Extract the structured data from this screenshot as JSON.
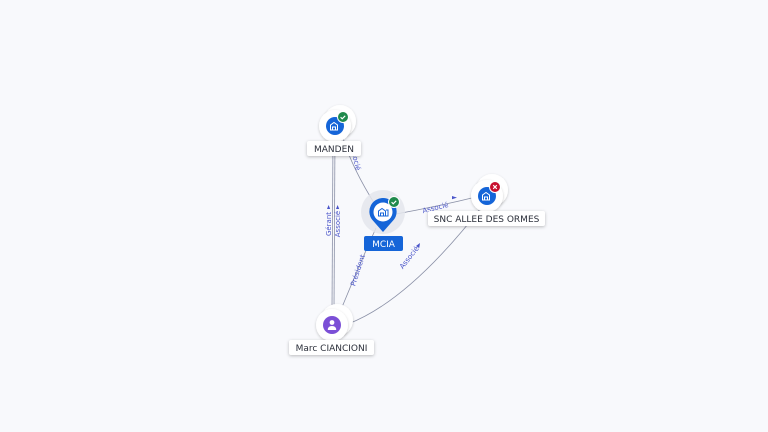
{
  "graph": {
    "colors": {
      "background": "#f8f9fc",
      "edge": "#8a90a6",
      "edge_label": "#4a55c9",
      "company": "#1565d8",
      "person": "#7b4fd6",
      "active_badge": "#1f8a4c",
      "closed_badge": "#c8102e"
    },
    "nodes": {
      "manden": {
        "label": "MANDEN",
        "type": "company",
        "status": "active",
        "icon": "building-icon"
      },
      "mcia": {
        "label": "MCIA",
        "type": "company",
        "status": "active",
        "icon": "building-icon",
        "focus": true
      },
      "snc": {
        "label": "SNC ALLEE DES ORMES",
        "type": "company",
        "status": "closed",
        "icon": "building-icon"
      },
      "marc": {
        "label": "Marc CIANCIONI",
        "type": "person",
        "icon": "person-icon"
      }
    },
    "edges": [
      {
        "from": "manden",
        "to": "mcia",
        "label": "Associé"
      },
      {
        "from": "mcia",
        "to": "snc",
        "label": "Associé"
      },
      {
        "from": "marc",
        "to": "manden",
        "label": "Gérant"
      },
      {
        "from": "marc",
        "to": "manden",
        "label": "Associé"
      },
      {
        "from": "marc",
        "to": "mcia",
        "label": "Président"
      },
      {
        "from": "marc",
        "to": "snc",
        "label": "Associé"
      }
    ]
  }
}
